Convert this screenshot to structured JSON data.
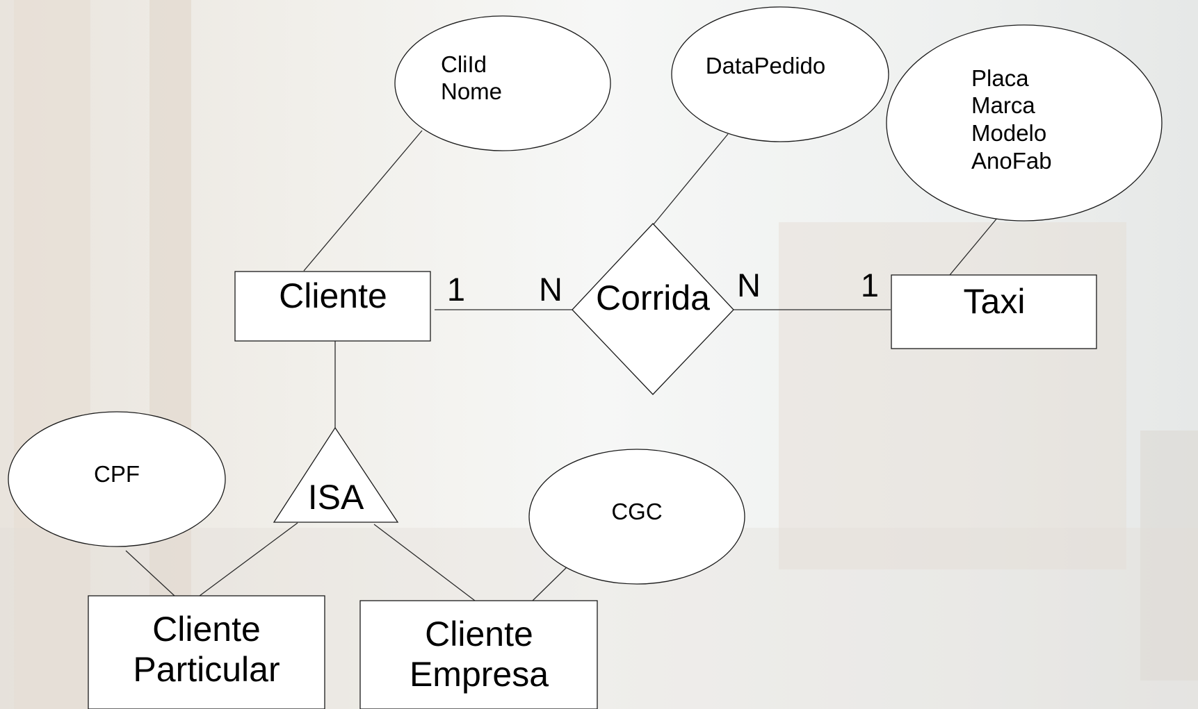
{
  "colors": {
    "background": "#eef0ef",
    "window_light": "#f6f7f6",
    "building_shade": "#e2d8d0",
    "shape_fill": "#ffffff",
    "stroke": "#1a1a1a"
  },
  "entities": {
    "cliente": "Cliente",
    "taxi": "Taxi",
    "cliente_particular": [
      "Cliente",
      "Particular"
    ],
    "cliente_empresa": [
      "Cliente",
      "Empresa"
    ]
  },
  "relationship": {
    "corrida": "Corrida"
  },
  "specialization": {
    "isa": "ISA"
  },
  "cardinalities": {
    "cliente_side": "1",
    "corrida_left": "N",
    "corrida_right": "N",
    "taxi_side": "1"
  },
  "attributes": {
    "cliente": [
      "CliId",
      "Nome"
    ],
    "corrida": [
      "DataPedido"
    ],
    "taxi": [
      "Placa",
      "Marca",
      "Modelo",
      "AnoFab"
    ],
    "cliente_particular": [
      "CPF"
    ],
    "cliente_empresa": [
      "CGC"
    ]
  }
}
